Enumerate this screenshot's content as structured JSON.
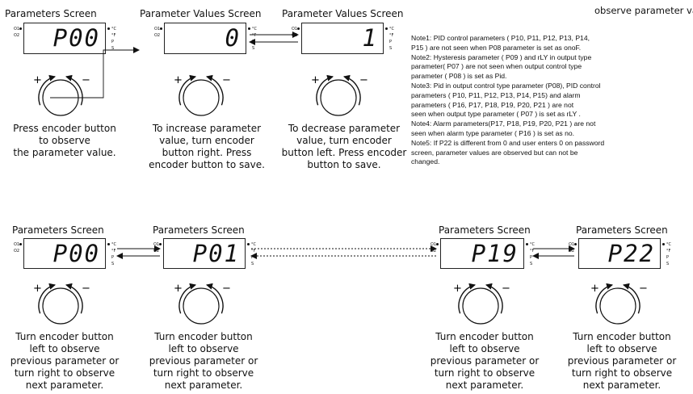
{
  "top_right_caption": "observe parameter value.",
  "row1": {
    "screens": [
      {
        "title": "Parameters Screen",
        "value": "P00",
        "caption": "Press encoder button\nto observe\nthe parameter value."
      },
      {
        "title": "Parameter Values Screen",
        "value": "0",
        "caption": "To increase parameter\nvalue, turn encoder\nbutton right. Press\nencoder button to save."
      },
      {
        "title": "Parameter Values Screen",
        "value": "1",
        "caption": "To decrease parameter\nvalue, turn encoder\nbutton left. Press encoder\nbutton to save."
      }
    ]
  },
  "row2": {
    "screens": [
      {
        "title": "Parameters Screen",
        "value": "P00",
        "caption": "Turn encoder button\nleft to observe\nprevious parameter or\nturn right to observe\nnext parameter."
      },
      {
        "title": "Parameters Screen",
        "value": "P01",
        "caption": "Turn encoder button\nleft to observe\nprevious parameter or\nturn right to observe\nnext parameter."
      },
      {
        "title": "Parameters Screen",
        "value": "P19",
        "caption": "Turn encoder button\nleft to observe\nprevious parameter or\nturn right to observe\nnext parameter."
      },
      {
        "title": "Parameters Screen",
        "value": "P22",
        "caption": "Turn encoder button\nleft to observe\nprevious parameter or\nturn right to observe\nnext parameter."
      }
    ]
  },
  "display_labels": {
    "o1": "O1",
    "o2": "O2",
    "c": "°C",
    "f": "°F",
    "p": "P",
    "s": "S"
  },
  "encoder": {
    "plus": "+",
    "minus": "−"
  },
  "notes": "Note1: PID control parameters ( P10, P11, P12, P13, P14,\nP15 ) are not seen when P08 parameter is set as onoF.\nNote2: Hysteresis parameter ( P09 ) and rLY in output type\nparameter( P07 ) are not seen when output control type\nparameter ( P08 ) is set as Pid.\nNote3: Pid in output control type parameter (P08), PID control\nparameters ( P10, P11, P12, P13, P14, P15) and alarm\nparameters ( P16, P17, P18, P19, P20, P21 ) are not\nseen when output type parameter ( P07 ) is set as rLY .\nNote4: Alarm parameters(P17, P18, P19, P20, P21 ) are not\nseen when alarm type parameter ( P16 ) is set as no.\nNote5: If P22 is different from 0 and user enters 0 on password\nscreen, parameter values are observed but can not be\nchanged."
}
